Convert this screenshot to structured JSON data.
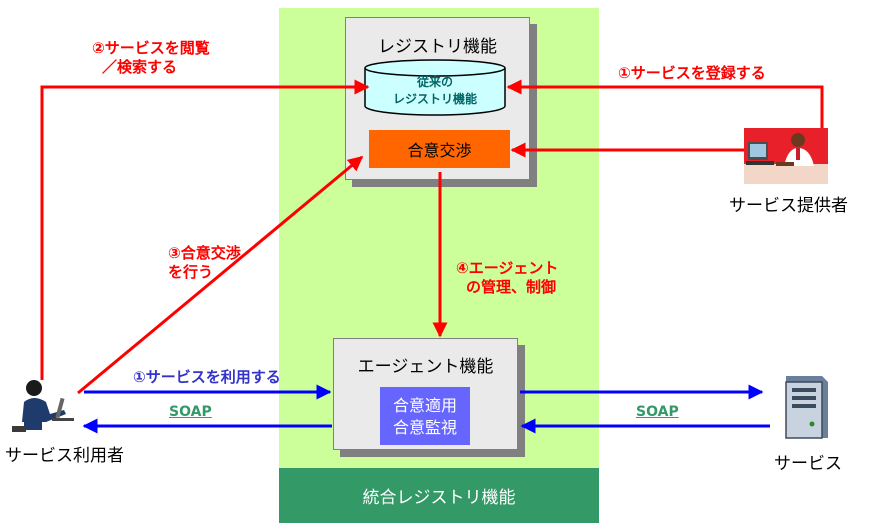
{
  "footer": {
    "label": "統合レジストリ機能"
  },
  "registry_box": {
    "title": "レジストリ機能",
    "legacy_line1": "従来の",
    "legacy_line2": "レジストリ機能",
    "agreement": "合意交渉"
  },
  "agent_box": {
    "title": "エージェント機能",
    "inner_line1": "合意適用",
    "inner_line2": "合意監視"
  },
  "labels": {
    "browse_line1": "②サービスを閲覧",
    "browse_line2": "／検索する",
    "register": "①サービスを登録する",
    "negotiate_line1": "③合意交渉",
    "negotiate_line2": "を行う",
    "manage_line1": "④エージェント",
    "manage_line2": "の管理、制御",
    "use_service": "①サービスを利用する",
    "soap_left": "SOAP",
    "soap_right": "SOAP"
  },
  "actors": {
    "provider": "サービス提供者",
    "user": "サービス利用者",
    "service": "サービス"
  },
  "colors": {
    "red": "#ff0000",
    "blue": "#0000ff",
    "green_panel": "#ccff99",
    "footer": "#339966",
    "orange": "#ff6600",
    "purple": "#6666ff"
  },
  "icons": {
    "provider": "person-at-computer-icon",
    "user": "person-at-laptop-icon",
    "service": "server-tower-icon"
  }
}
